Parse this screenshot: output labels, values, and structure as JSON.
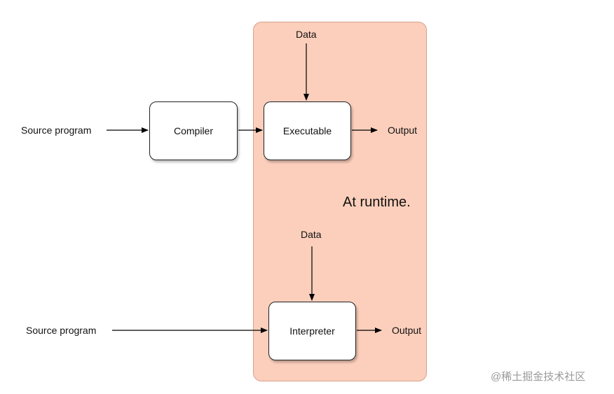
{
  "colors": {
    "runtime_region": "#fccfbc",
    "box_border": "#222222",
    "arrow": "#000000",
    "watermark": "#9a9a9a"
  },
  "diagram": {
    "top_row": {
      "source_label": "Source program",
      "compiler_label": "Compiler",
      "executable_label": "Executable",
      "data_label": "Data",
      "output_label": "Output"
    },
    "runtime_label": "At runtime.",
    "bottom_row": {
      "source_label": "Source program",
      "interpreter_label": "Interpreter",
      "data_label": "Data",
      "output_label": "Output"
    }
  },
  "watermark": "@稀土掘金技术社区"
}
